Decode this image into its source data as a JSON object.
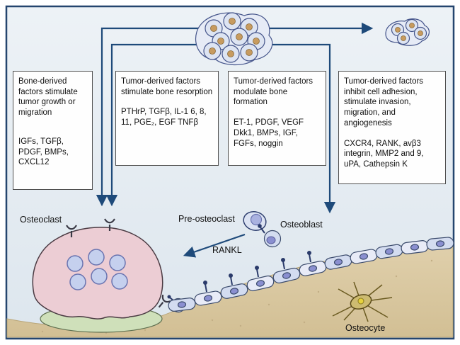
{
  "figure": {
    "boxes": [
      {
        "description": "Bone-derived factors stimulate tumor growth or migration",
        "factors": "IGFs, TGFβ, PDGF, BMPs, CXCL12"
      },
      {
        "description": "Tumor-derived factors stimulate bone resorption",
        "factors": "PTHrP, TGFβ, IL-1 6, 8, 11, PGE₂, EGF TNFβ"
      },
      {
        "description": "Tumor-derived factors modulate bone formation",
        "factors": "ET-1, PDGF, VEGF Dkk1, BMPs, IGF, FGFs, noggin"
      },
      {
        "description": "Tumor-derived factors inhibit cell adhesion, stimulate invasion, migration, and angiogenesis",
        "factors": "CXCR4, RANK, avβ3 integrin, MMP2 and 9, uPA, Cathepsin K"
      }
    ],
    "labels": {
      "osteoclast": "Osteoclast",
      "pre_osteoclast": "Pre-osteoclast",
      "osteoblast": "Osteoblast",
      "rankl": "RANKL",
      "osteocyte": "Osteocyte"
    },
    "colors": {
      "frame_border": "#24456e",
      "background": "#e2eaf1",
      "arrow": "#1e4a7a",
      "bone": "#d8c59c",
      "resorption_pit": "#cfe0ba",
      "osteoclast_body": "#eccdd4",
      "nucleus_blue": "#c5d0ee",
      "tumor_cell": "#dde4f2",
      "tumor_nucleus": "#c79b5f",
      "osteoblast_cell": "#d3dcf0",
      "osteoblast_nucleus": "#8a8fd0",
      "osteocyte_body": "#cdbb71",
      "osteocyte_nucleus": "#e6d23e"
    }
  }
}
